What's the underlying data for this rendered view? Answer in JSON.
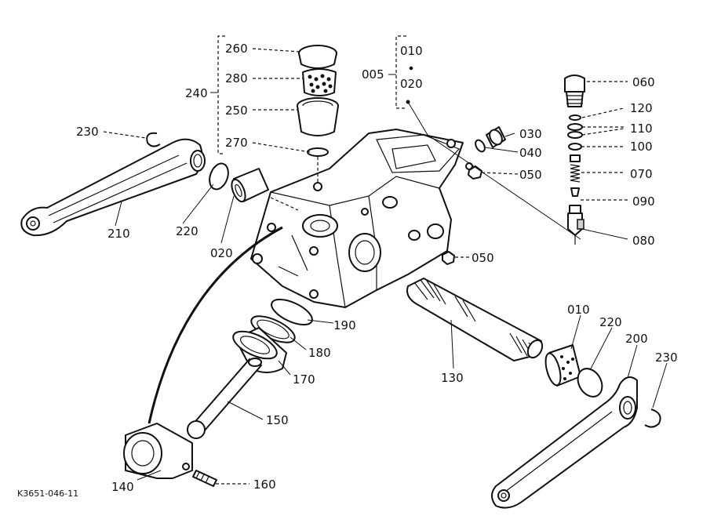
{
  "figure_code": "K3651-046-11",
  "callouts": {
    "c005": "005",
    "c010_group": "010",
    "c020_group": "020",
    "c240": "240",
    "c260": "260",
    "c280": "280",
    "c250": "250",
    "c270": "270",
    "c230_left": "230",
    "c220_left": "220",
    "c210": "210",
    "c020_bushing": "020",
    "c060": "060",
    "c120": "120",
    "c110": "110",
    "c100": "100",
    "c070": "070",
    "c090": "090",
    "c080": "080",
    "c030": "030",
    "c040": "040",
    "c050_top": "050",
    "c050_mid": "050",
    "c190": "190",
    "c180": "180",
    "c170": "170",
    "c150": "150",
    "c130": "130",
    "c140": "140",
    "c160": "160",
    "c010_bushing": "010",
    "c220_right": "220",
    "c200": "200",
    "c230_right": "230"
  }
}
